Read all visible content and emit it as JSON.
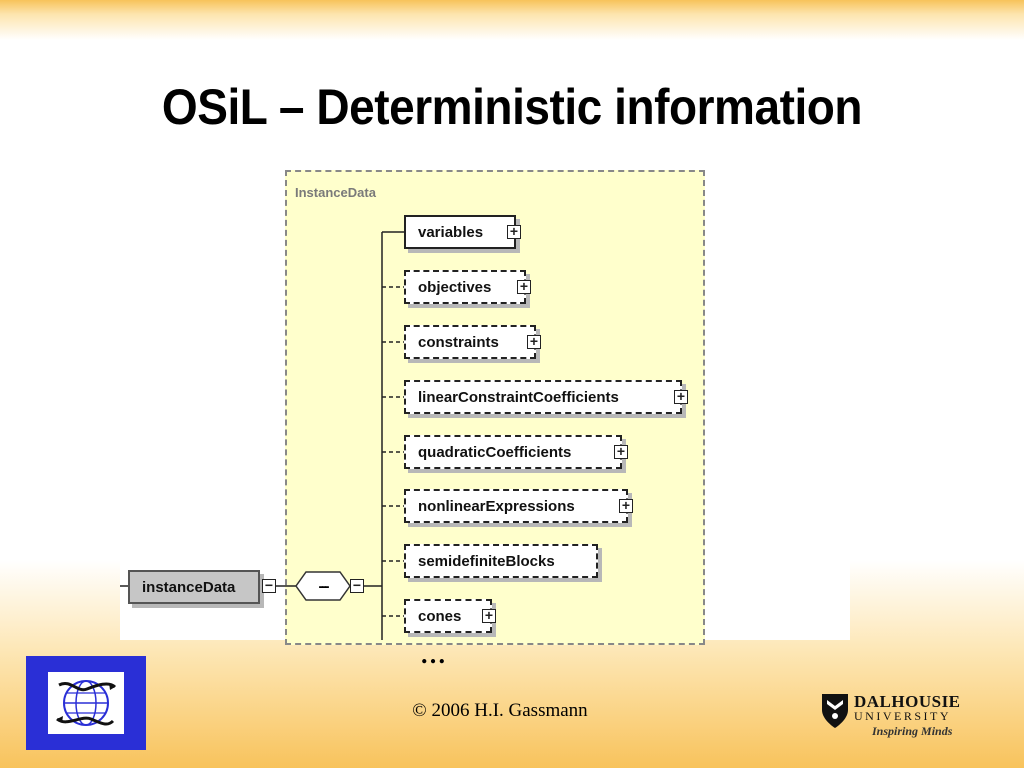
{
  "slide": {
    "title": "OSiL – Deterministic information",
    "ellipsis": "…",
    "footer": "© 2006 H.I. Gassmann"
  },
  "diagram": {
    "container_label": "InstanceData",
    "root_element": "instanceData",
    "sequence_symbol": "---",
    "children": [
      {
        "label": "variables",
        "optional": false,
        "expandable": true
      },
      {
        "label": "objectives",
        "optional": true,
        "expandable": true
      },
      {
        "label": "constraints",
        "optional": true,
        "expandable": true
      },
      {
        "label": "linearConstraintCoefficients",
        "optional": true,
        "expandable": true
      },
      {
        "label": "quadraticCoefficients",
        "optional": true,
        "expandable": true
      },
      {
        "label": "nonlinearExpressions",
        "optional": true,
        "expandable": true
      },
      {
        "label": "semidefiniteBlocks",
        "optional": true,
        "expandable": false
      },
      {
        "label": "cones",
        "optional": true,
        "expandable": true
      }
    ],
    "expand_symbol": "+",
    "collapse_symbol": "−"
  },
  "logos": {
    "university_name": "DALHOUSIE",
    "university_word": "UNIVERSITY",
    "tagline": "Inspiring Minds"
  },
  "colors": {
    "container_fill": "#ffffcc",
    "root_fill": "#c6c6c6",
    "logo_blue": "#2a2fd6"
  }
}
